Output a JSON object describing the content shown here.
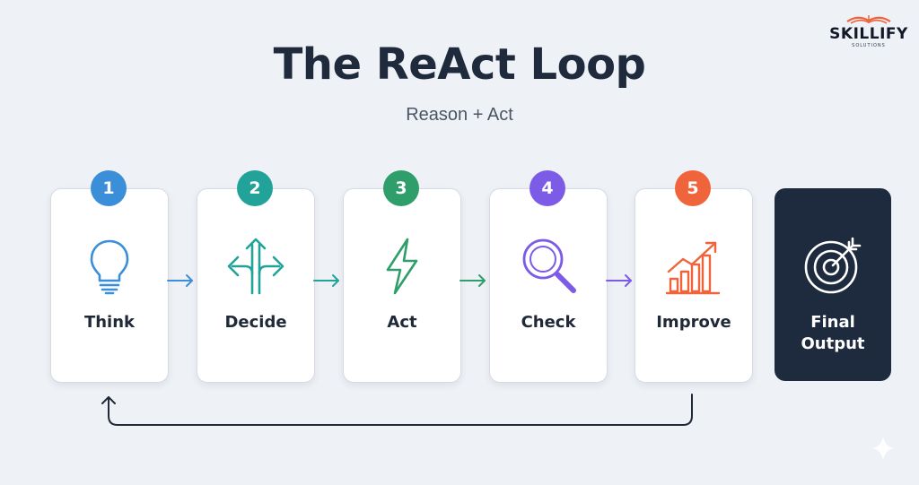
{
  "brand": {
    "name": "SKILLIFY",
    "tagline": "SOLUTIONS"
  },
  "title": "The ReAct Loop",
  "subtitle": "Reason + Act",
  "steps": [
    {
      "number": "1",
      "label": "Think",
      "icon": "lightbulb-icon",
      "color": "#3b8fd9"
    },
    {
      "number": "2",
      "label": "Decide",
      "icon": "arrows-split-icon",
      "color": "#22a39a"
    },
    {
      "number": "3",
      "label": "Act",
      "icon": "lightning-icon",
      "color": "#2f9e6a"
    },
    {
      "number": "4",
      "label": "Check",
      "icon": "magnifier-icon",
      "color": "#7c5ce6"
    },
    {
      "number": "5",
      "label": "Improve",
      "icon": "growth-chart-icon",
      "color": "#f0643c"
    }
  ],
  "final": {
    "label": "Final\nOutput",
    "icon": "target-icon",
    "bg_color": "#1e2a3d"
  },
  "colors": {
    "background": "#eef1f6",
    "title": "#1f2a3c",
    "loop_arrow": "#1f2937"
  }
}
